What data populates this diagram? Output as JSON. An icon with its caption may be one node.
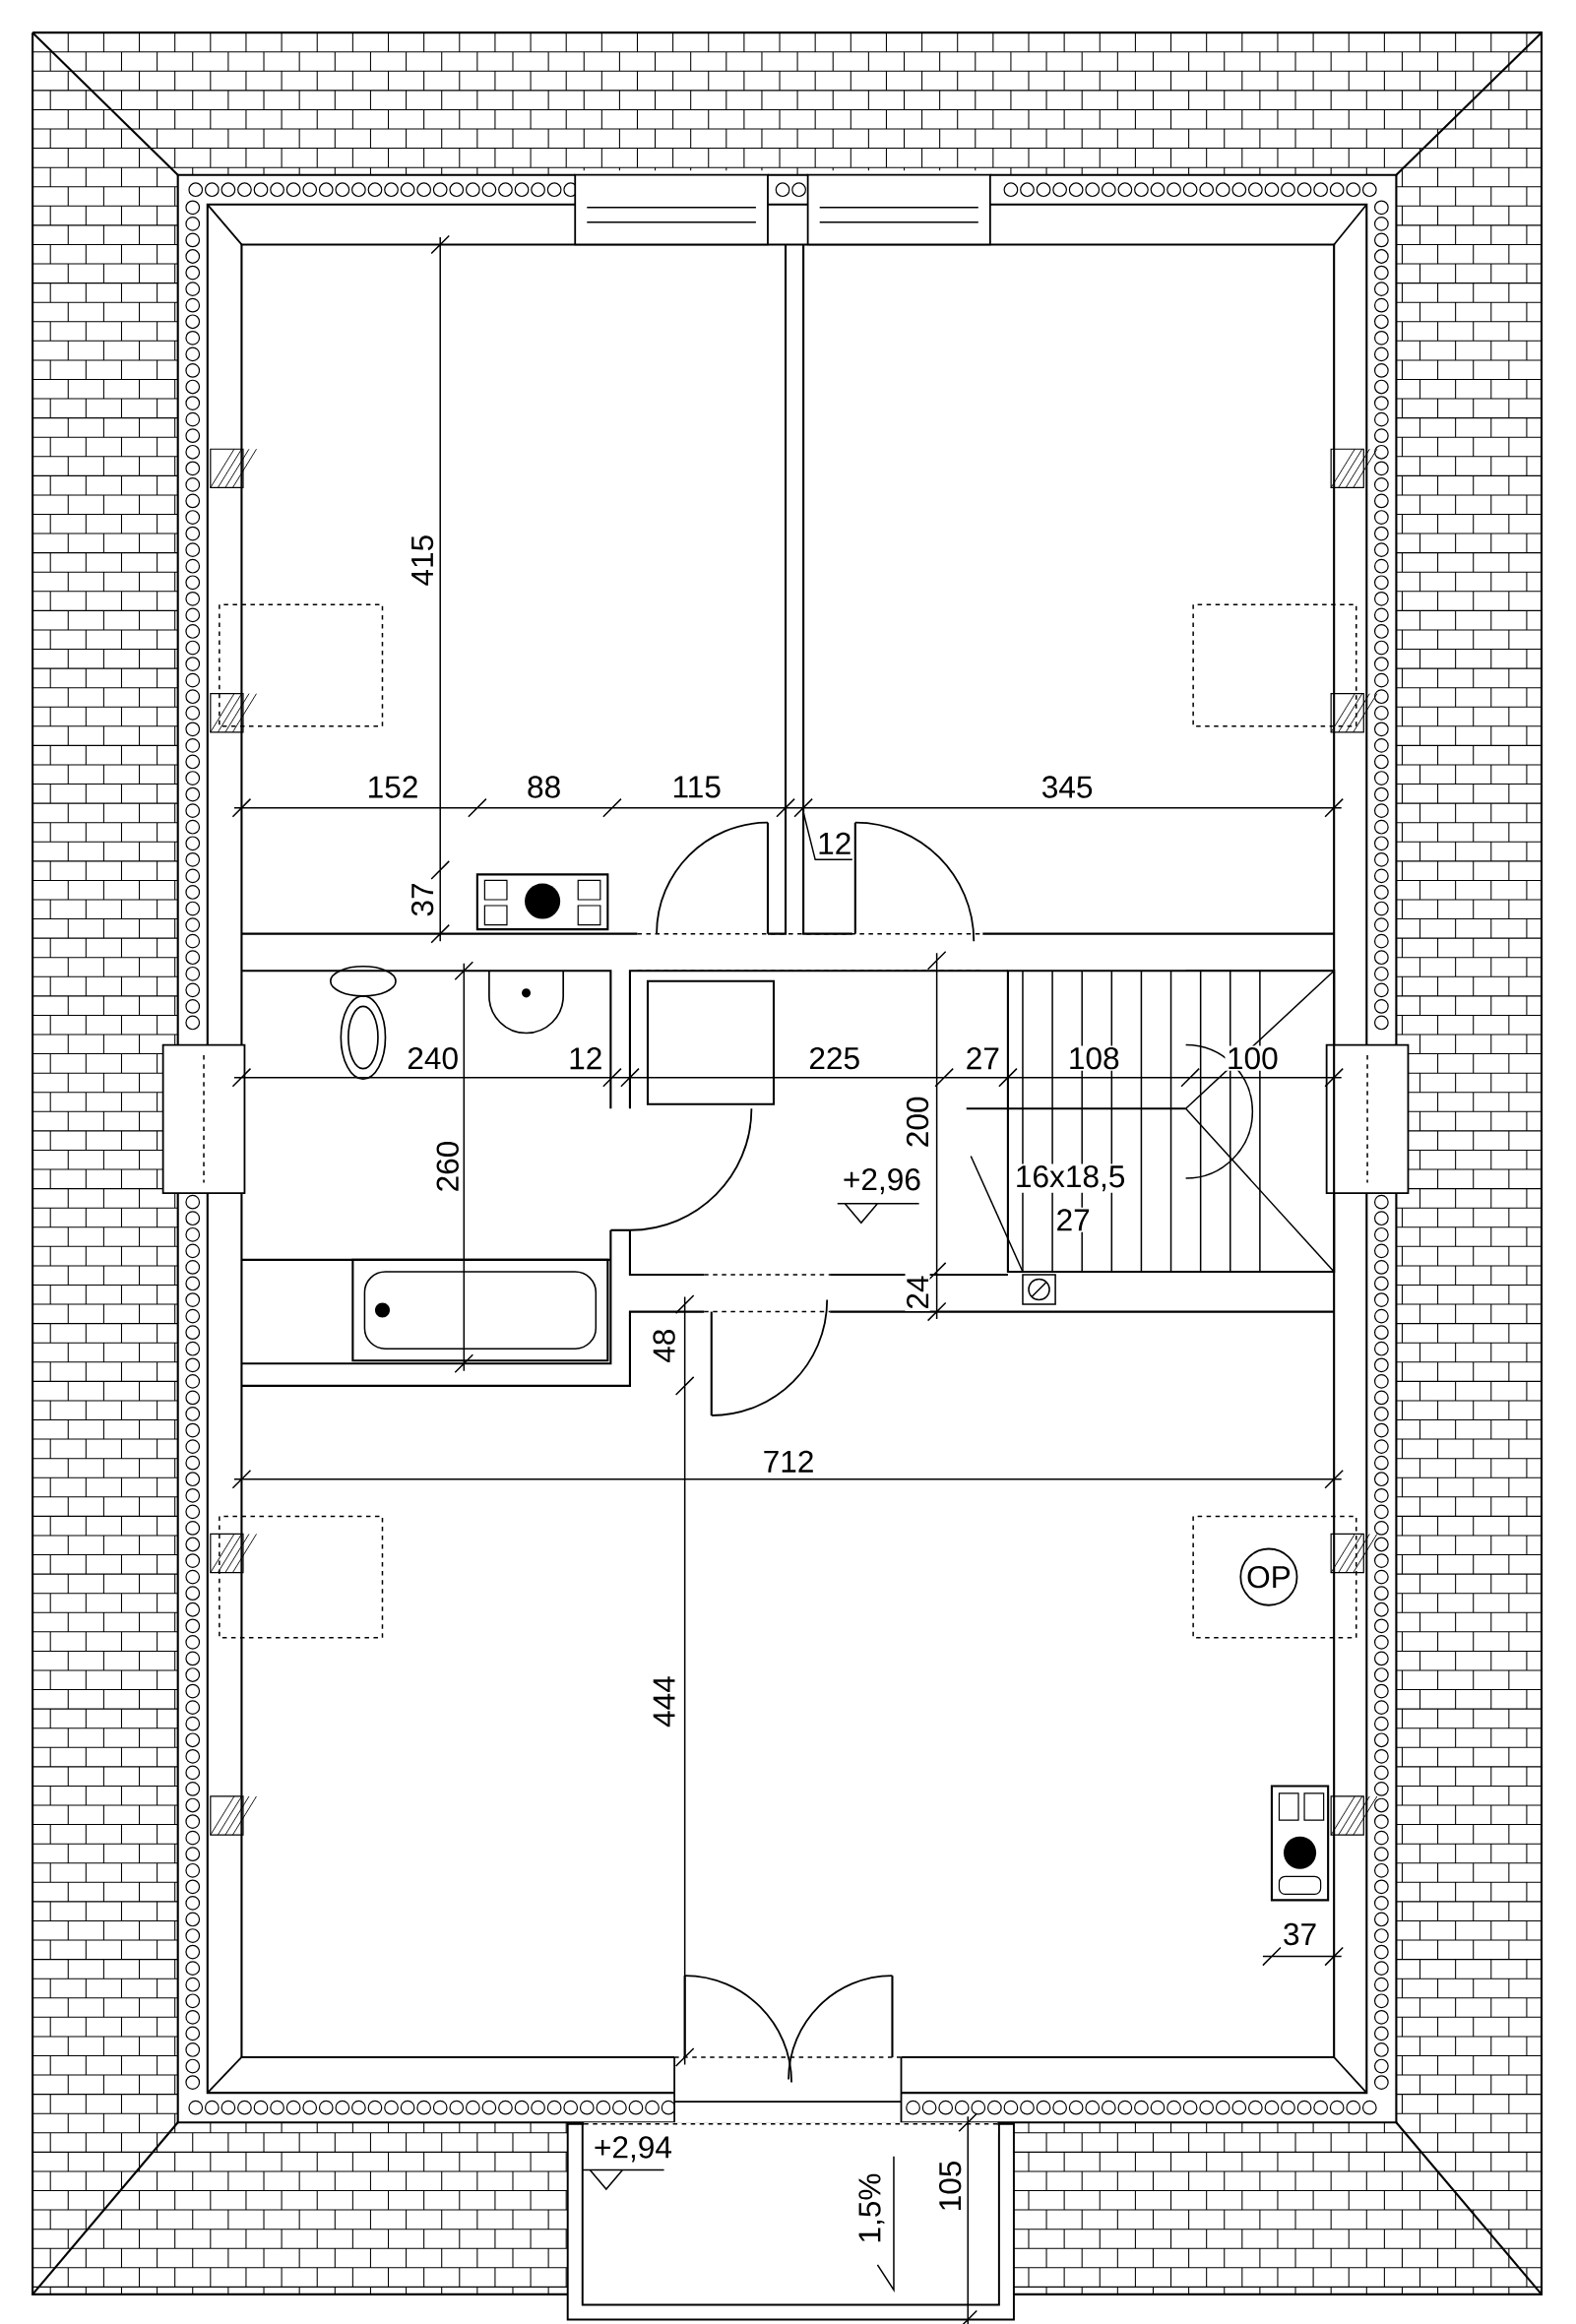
{
  "diagram": {
    "nodes": [
      {
        "text": [
          "OP"
        ]
      }
    ],
    "edges": [],
    "labels": [
      "415",
      "152",
      "88",
      "115",
      "345",
      "12",
      "37",
      "240",
      "12",
      "225",
      "27",
      "108",
      "100",
      "200",
      "260",
      "+2,96",
      "16x18,5",
      "27",
      "24",
      "48",
      "712",
      "444",
      "37",
      "+2,94",
      "1,5%",
      "105"
    ]
  }
}
